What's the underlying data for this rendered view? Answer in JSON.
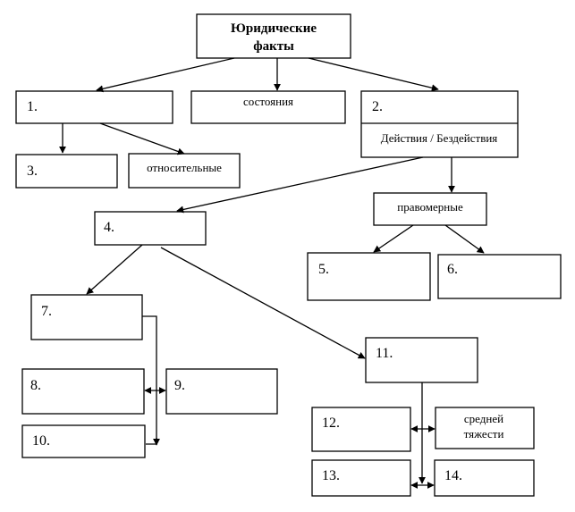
{
  "root": {
    "line1": "Юридические",
    "line2": "факты"
  },
  "boxes": {
    "b1": "1.",
    "state": "состояния",
    "b2": "2.",
    "actions": "Действия / Бездействия",
    "b3": "3.",
    "relative": "относительные",
    "b4": "4.",
    "lawful": "правомерные",
    "b5": "5.",
    "b6": "6.",
    "b7": "7.",
    "b8": "8.",
    "b9": "9.",
    "b10": "10.",
    "b11": "11.",
    "b12": "12.",
    "medium_line1": "средней",
    "medium_line2": "тяжести",
    "b13": "13.",
    "b14": "14."
  }
}
